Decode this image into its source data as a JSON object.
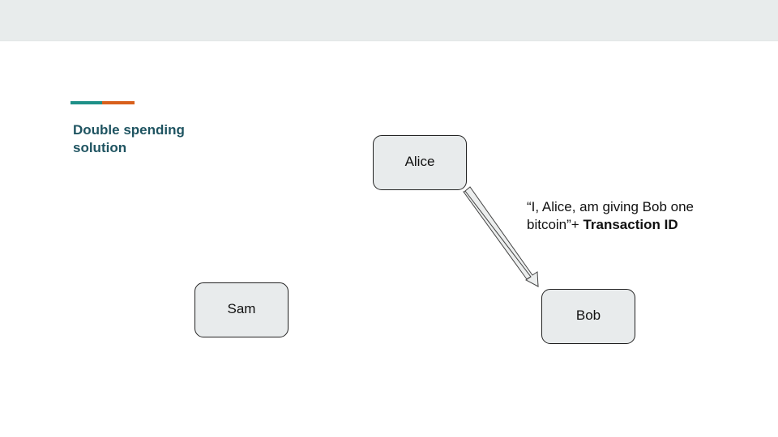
{
  "slide": {
    "title": "Double spending solution",
    "accent_colors": [
      "#1e9088",
      "#d8601c"
    ],
    "title_color": "#1f5461"
  },
  "nodes": {
    "alice": "Alice",
    "sam": "Sam",
    "bob": "Bob"
  },
  "arrow": {
    "from": "Alice",
    "to": "Bob"
  },
  "caption": {
    "quote": "“I, Alice, am giving Bob one bitcoin”+ ",
    "bold": "Transaction ID"
  }
}
